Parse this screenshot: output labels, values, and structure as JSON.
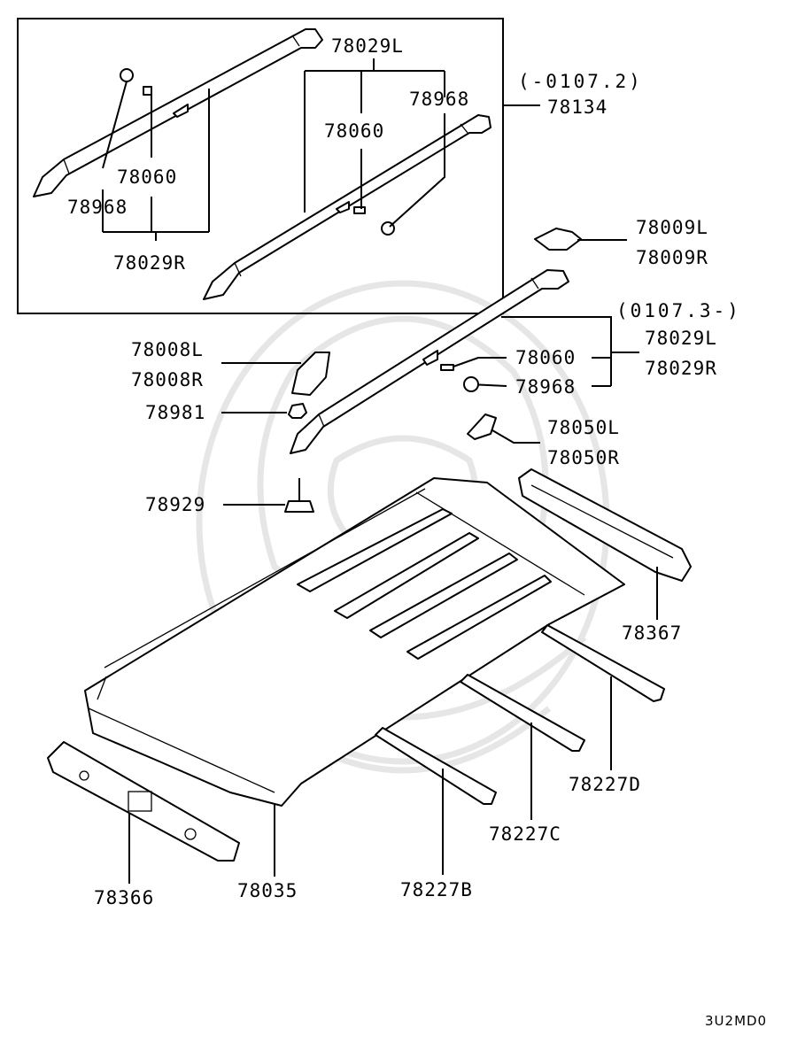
{
  "diagram": {
    "diagram_code": "3U2MD0",
    "notes": {
      "early": "(-0107.2)",
      "late": "(0107.3-)"
    },
    "labels": {
      "p78029L_top": "78029L",
      "p78968_a": "78968",
      "p78060_a": "78060",
      "p78060_b": "78060",
      "p78968_b": "78968",
      "p78029R_top": "78029R",
      "p78134": "78134",
      "p78009L": "78009L",
      "p78009R": "78009R",
      "p78029L_mid": "78029L",
      "p78029R_mid": "78029R",
      "p78060_c": "78060",
      "p78968_c": "78968",
      "p78008L": "78008L",
      "p78008R": "78008R",
      "p78981": "78981",
      "p78050L": "78050L",
      "p78050R": "78050R",
      "p78929": "78929",
      "p78367": "78367",
      "p78227D": "78227D",
      "p78227C": "78227C",
      "p78227B": "78227B",
      "p78366": "78366",
      "p78035": "78035"
    }
  }
}
